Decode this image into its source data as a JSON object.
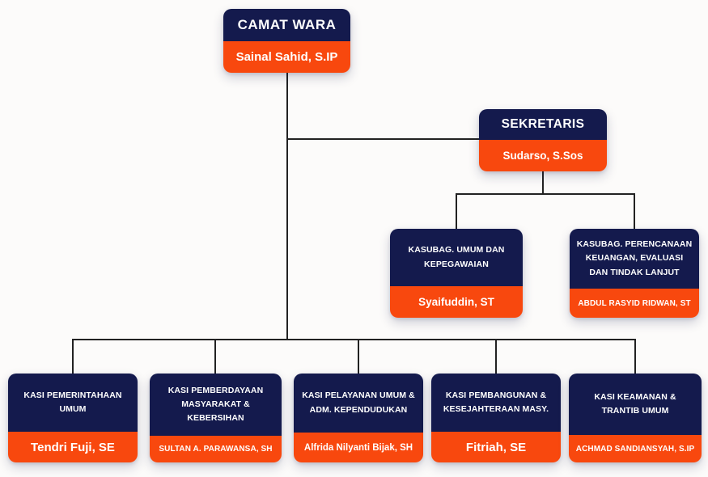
{
  "colors": {
    "header_bg": "#141a4d",
    "name_bg": "#f8480e",
    "text": "#ffffff",
    "connector": "#222222",
    "background": "#fcfbfa"
  },
  "nodes": {
    "camat": {
      "title": "CAMAT WARA",
      "name": "Sainal Sahid, S.IP",
      "parent": null
    },
    "sekretaris": {
      "title": "SEKRETARIS",
      "name": "Sudarso, S.Sos",
      "parent": "camat"
    },
    "kasubag_umum": {
      "title": "KASUBAG. UMUM DAN\nKEPEGAWAIAN",
      "name": "Syaifuddin, ST",
      "parent": "sekretaris"
    },
    "kasubag_perencanaan": {
      "title": "KASUBAG. PERENCANAAN\nKEUANGAN, EVALUASI\nDAN TINDAK LANJUT",
      "name": "ABDUL RASYID RIDWAN, ST",
      "parent": "sekretaris"
    },
    "kasi_pemerintahan": {
      "title": "KASI PEMERINTAHAAN\nUMUM",
      "name": "Tendri Fuji, SE",
      "parent": "camat"
    },
    "kasi_pemberdayaan": {
      "title": "KASI PEMBERDAYAAN\nMASYARAKAT &\nKEBERSIHAN",
      "name": "SULTAN A. PARAWANSA, SH",
      "parent": "camat"
    },
    "kasi_pelayanan": {
      "title": "KASI PELAYANAN UMUM &\nADM. KEPENDUDUKAN",
      "name": "Alfrida Nilyanti Bijak, SH",
      "parent": "camat"
    },
    "kasi_pembangunan": {
      "title": "KASI PEMBANGUNAN &\nKESEJAHTERAAN MASY.",
      "name": "Fitriah, SE",
      "parent": "camat"
    },
    "kasi_keamanan": {
      "title": "KASI KEAMANAN &\nTRANTIB UMUM",
      "name": "ACHMAD SANDIANSYAH, S.IP",
      "parent": "camat"
    }
  }
}
